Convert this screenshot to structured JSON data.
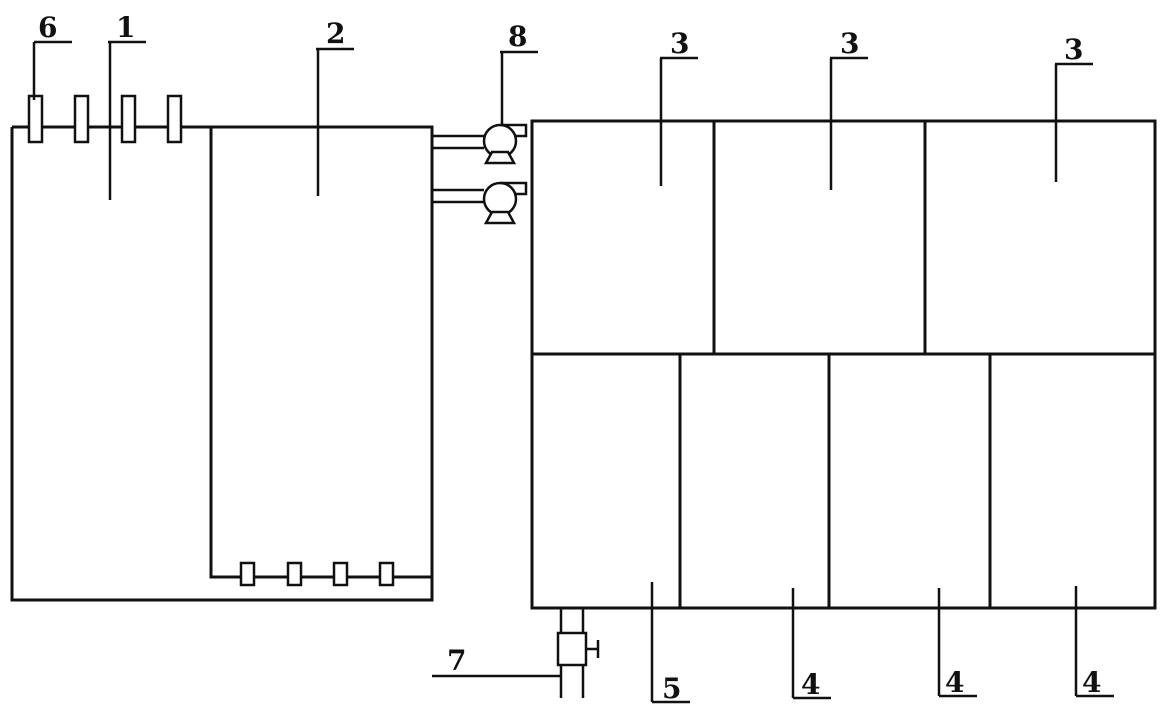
{
  "labels": {
    "n1": "1",
    "n2": "2",
    "n3a": "3",
    "n3b": "3",
    "n3c": "3",
    "n4a": "4",
    "n4b": "4",
    "n4c": "4",
    "n5": "5",
    "n6": "6",
    "n7": "7",
    "n8": "8"
  }
}
